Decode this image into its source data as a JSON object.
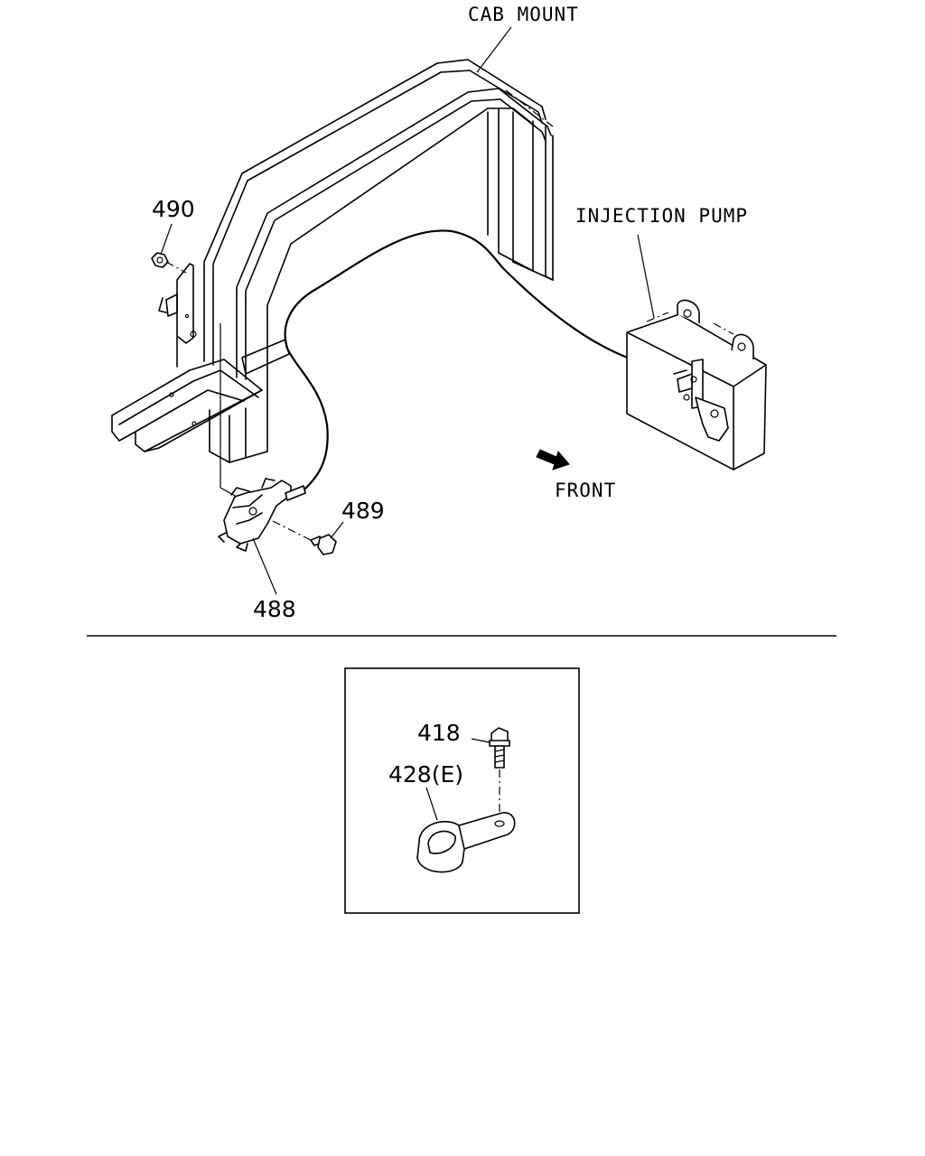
{
  "labels": {
    "cab_mount": "CAB MOUNT",
    "injection_pump": "INJECTION PUMP",
    "front": "FRONT"
  },
  "parts": {
    "p490": "490",
    "p489": "489",
    "p488": "488",
    "p418": "418",
    "p428": "428(E)"
  }
}
